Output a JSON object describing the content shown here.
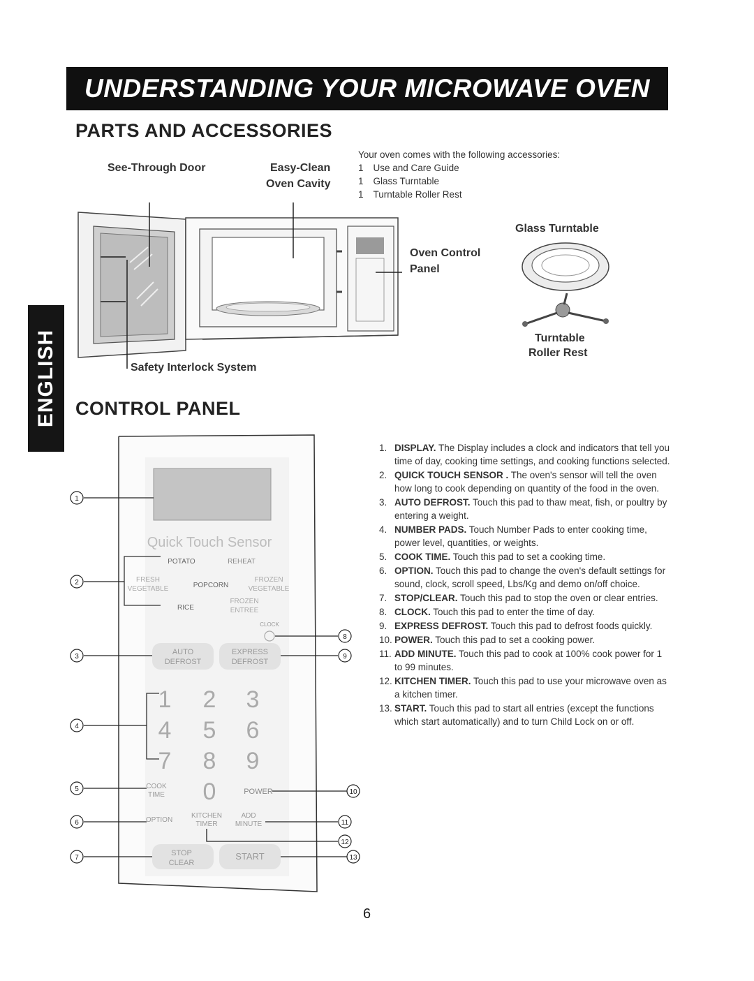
{
  "banner": {
    "title": "UNDERSTANDING YOUR MICROWAVE OVEN"
  },
  "side_tab": {
    "label": "ENGLISH"
  },
  "parts": {
    "heading": "PARTS AND ACCESSORIES",
    "intro": "Your oven comes with the following accessories:",
    "accessories": [
      {
        "qty": "1",
        "name": "Use and Care Guide"
      },
      {
        "qty": "1",
        "name": "Glass Turntable"
      },
      {
        "qty": "1",
        "name": "Turntable Roller Rest"
      }
    ],
    "callouts": {
      "see_through_door": "See-Through Door",
      "easy_clean_1": "Easy-Clean",
      "easy_clean_2": "Oven Cavity",
      "oven_control_1": "Oven Control",
      "oven_control_2": "Panel",
      "safety_interlock": "Safety Interlock System",
      "glass_turntable": "Glass Turntable",
      "roller_rest_1": "Turntable",
      "roller_rest_2": "Roller Rest"
    }
  },
  "control": {
    "heading": "CONTROL PANEL",
    "panel": {
      "sensor_title": "Quick Touch Sensor",
      "potato": "POTATO",
      "reheat": "REHEAT",
      "fresh_veg_1": "FRESH",
      "fresh_veg_2": "VEGETABLE",
      "popcorn": "POPCORN",
      "frozen_veg_1": "FROZEN",
      "frozen_veg_2": "VEGETABLE",
      "rice": "RICE",
      "frozen_entree_1": "FROZEN",
      "frozen_entree_2": "ENTREE",
      "clock": "CLOCK",
      "auto_1": "AUTO",
      "auto_2": "DEFROST",
      "express_1": "EXPRESS",
      "express_2": "DEFROST",
      "digits": [
        "1",
        "2",
        "3",
        "4",
        "5",
        "6",
        "7",
        "8",
        "9",
        "0"
      ],
      "cook_1": "COOK",
      "cook_2": "TIME",
      "power": "POWER",
      "option": "OPTION",
      "kitchen_1": "KITCHEN",
      "kitchen_2": "TIMER",
      "add_1": "ADD",
      "add_2": "MINUTE",
      "stop_1": "STOP",
      "stop_2": "CLEAR",
      "start": "START",
      "callout_numbers": [
        "1",
        "2",
        "3",
        "4",
        "5",
        "6",
        "7",
        "8",
        "9",
        "10",
        "11",
        "12",
        "13"
      ]
    },
    "items": [
      {
        "n": "1.",
        "term": "DISPLAY.",
        "text": " The Display includes a clock and indicators that tell you time of day, cooking time settings, and cooking functions selected."
      },
      {
        "n": "2.",
        "term": "QUICK TOUCH SENSOR .",
        "text": " The oven's sensor will tell the oven how long to cook depending on quantity of the food in the oven."
      },
      {
        "n": "3.",
        "term": "AUTO DEFROST.",
        "text": " Touch this pad to thaw meat, fish, or poultry by entering a weight."
      },
      {
        "n": "4.",
        "term": "NUMBER PADS.",
        "text": " Touch Number Pads to enter cooking time, power level, quantities, or weights."
      },
      {
        "n": "5.",
        "term": "COOK TIME.",
        "text": " Touch this pad to set a cooking time."
      },
      {
        "n": "6.",
        "term": "OPTION.",
        "text": " Touch this pad to change the oven's default settings for sound, clock, scroll speed, Lbs/Kg and demo on/off choice."
      },
      {
        "n": "7.",
        "term": "STOP/CLEAR.",
        "text": " Touch this pad to stop the oven or clear entries."
      },
      {
        "n": "8.",
        "term": "CLOCK.",
        "text": " Touch this pad to enter the time of day."
      },
      {
        "n": "9.",
        "term": "EXPRESS DEFROST.",
        "text": " Touch this pad to defrost foods quickly."
      },
      {
        "n": "10.",
        "term": "POWER.",
        "text": " Touch this pad to set a cooking power."
      },
      {
        "n": "11.",
        "term": "ADD MINUTE.",
        "text": " Touch this pad to cook at 100% cook power for 1 to 99 minutes."
      },
      {
        "n": "12.",
        "term": "KITCHEN TIMER.",
        "text": " Touch this pad to use your microwave oven as a kitchen timer."
      },
      {
        "n": "13.",
        "term": "START.",
        "text": " Touch this pad to start all entries (except the functions which start automatically) and to turn Child Lock on or off."
      }
    ]
  },
  "page_number": "6"
}
